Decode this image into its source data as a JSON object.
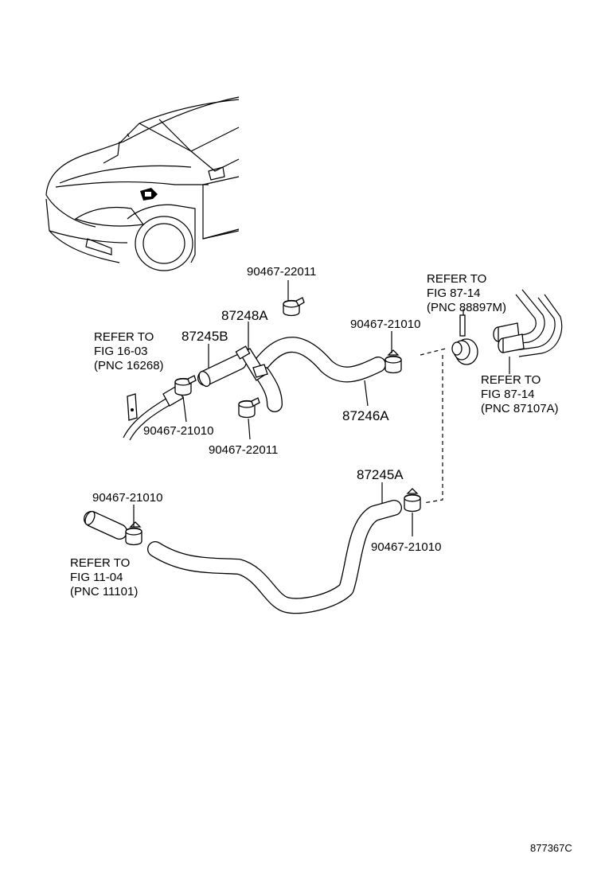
{
  "diagram": {
    "figure_id": "877367C",
    "callouts": [
      {
        "id": "clamp-top",
        "part_number": "90467-22011"
      },
      {
        "id": "hose-87248a",
        "part_number": "87248A"
      },
      {
        "id": "hose-87245b",
        "part_number": "87245B"
      },
      {
        "id": "clamp-upper-right",
        "part_number": "90467-21010"
      },
      {
        "id": "hose-87246a",
        "part_number": "87246A"
      },
      {
        "id": "clamp-left",
        "part_number": "90467-21010"
      },
      {
        "id": "clamp-bottom-mid",
        "part_number": "90467-22011"
      },
      {
        "id": "hose-87245a",
        "part_number": "87245A"
      },
      {
        "id": "clamp-lower-left",
        "part_number": "90467-21010"
      },
      {
        "id": "clamp-lower-right",
        "part_number": "90467-21010"
      }
    ],
    "references": [
      {
        "id": "ref-fig-87-14-a",
        "line1": "REFER TO",
        "line2": "FIG 87-14",
        "line3": "(PNC 88897M)"
      },
      {
        "id": "ref-fig-16-03",
        "line1": "REFER TO",
        "line2": "FIG 16-03",
        "line3": "(PNC 16268)"
      },
      {
        "id": "ref-fig-87-14-b",
        "line1": "REFER TO",
        "line2": "FIG 87-14",
        "line3": "(PNC 87107A)"
      },
      {
        "id": "ref-fig-11-04",
        "line1": "REFER TO",
        "line2": "FIG 11-04",
        "line3": "(PNC 11101)"
      }
    ]
  }
}
